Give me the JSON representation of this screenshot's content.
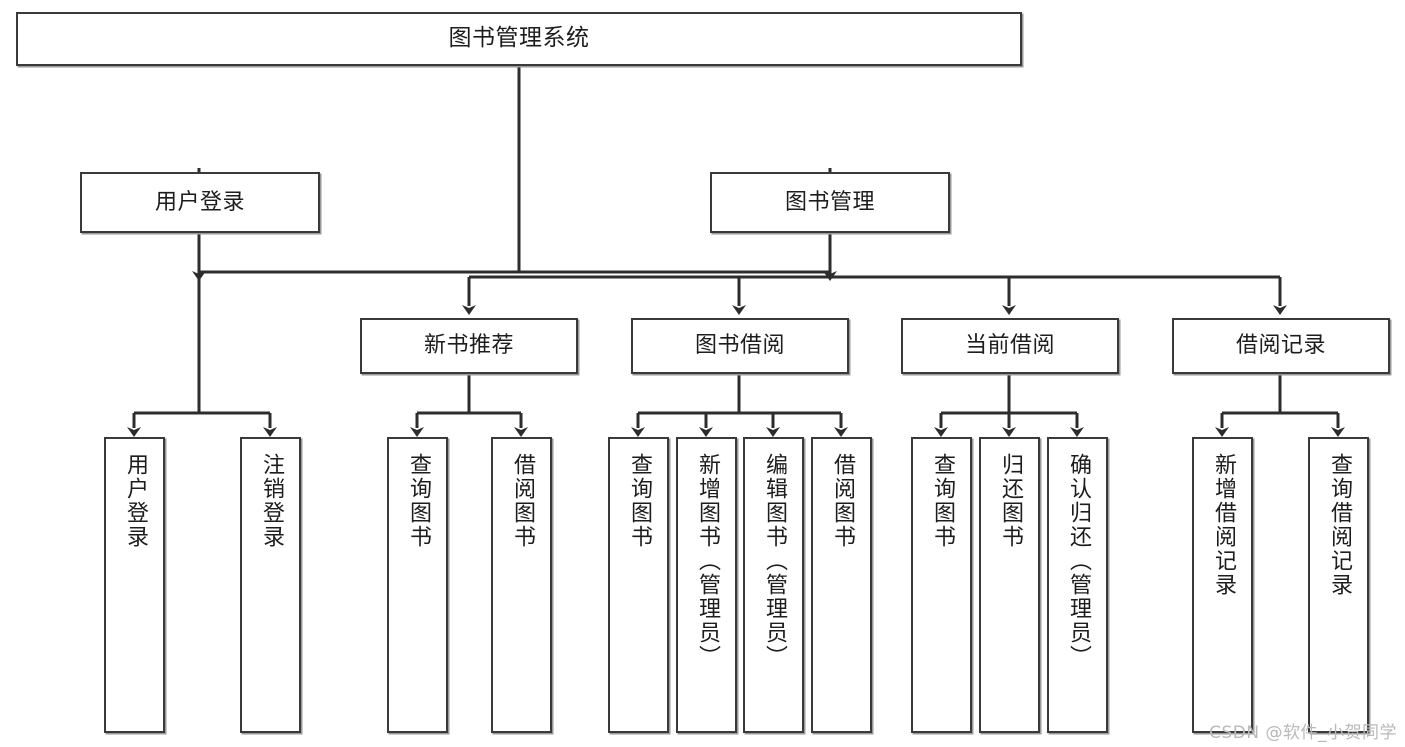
{
  "diagram": {
    "type": "tree-hierarchy-chart",
    "title_text": "图书管理系统",
    "watermark": "CSDN @软件_小贺同学",
    "colors": {
      "box_border": "#3a3a3a",
      "box_fill": "#ffffff",
      "connector": "#2d2d2d",
      "text": "#1d1d1d",
      "watermark": "#b9b9b9"
    },
    "levels": {
      "root": {
        "label": "图书管理系统"
      },
      "level2": [
        {
          "id": "user-login",
          "label": "用户登录"
        },
        {
          "id": "book-management",
          "label": "图书管理"
        }
      ],
      "level3": [
        {
          "id": "new-book-recommend",
          "label": "新书推荐"
        },
        {
          "id": "book-borrow",
          "label": "图书借阅"
        },
        {
          "id": "current-borrow",
          "label": "当前借阅"
        },
        {
          "id": "borrow-record",
          "label": "借阅记录"
        }
      ],
      "leaves": [
        {
          "id": "leaf-user-login",
          "parent": "user-login",
          "label": "用户登录"
        },
        {
          "id": "leaf-logout",
          "parent": "user-login",
          "label": "注销登录"
        },
        {
          "id": "leaf-query-book-1",
          "parent": "new-book-recommend",
          "label": "查询图书"
        },
        {
          "id": "leaf-borrow-book-1",
          "parent": "new-book-recommend",
          "label": "借阅图书"
        },
        {
          "id": "leaf-query-book-2",
          "parent": "book-borrow",
          "label": "查询图书"
        },
        {
          "id": "leaf-add-book",
          "parent": "book-borrow",
          "label": "新增图书（管理员）"
        },
        {
          "id": "leaf-edit-book",
          "parent": "book-borrow",
          "label": "编辑图书（管理员）"
        },
        {
          "id": "leaf-borrow-book-2",
          "parent": "book-borrow",
          "label": "借阅图书"
        },
        {
          "id": "leaf-query-book-3",
          "parent": "current-borrow",
          "label": "查询图书"
        },
        {
          "id": "leaf-return-book",
          "parent": "current-borrow",
          "label": "归还图书"
        },
        {
          "id": "leaf-confirm-return",
          "parent": "current-borrow",
          "label": "确认归还（管理员）"
        },
        {
          "id": "leaf-add-record",
          "parent": "borrow-record",
          "label": "新增借阅记录"
        },
        {
          "id": "leaf-query-record",
          "parent": "borrow-record",
          "label": "查询借阅记录"
        }
      ]
    }
  }
}
